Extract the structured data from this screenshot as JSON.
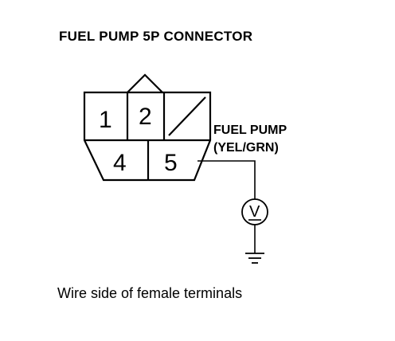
{
  "title": "FUEL PUMP 5P CONNECTOR",
  "caption": "Wire side of female terminals",
  "connector": {
    "terminals": [
      "1",
      "2",
      "4",
      "5"
    ],
    "blank_terminal_icon": "diagonal-slash"
  },
  "pump_label": {
    "line1": "FUEL PUMP",
    "line2": "(YEL/GRN)"
  },
  "meter": {
    "symbol": "V",
    "icon": "voltmeter-icon"
  },
  "ground_icon": "ground-icon"
}
